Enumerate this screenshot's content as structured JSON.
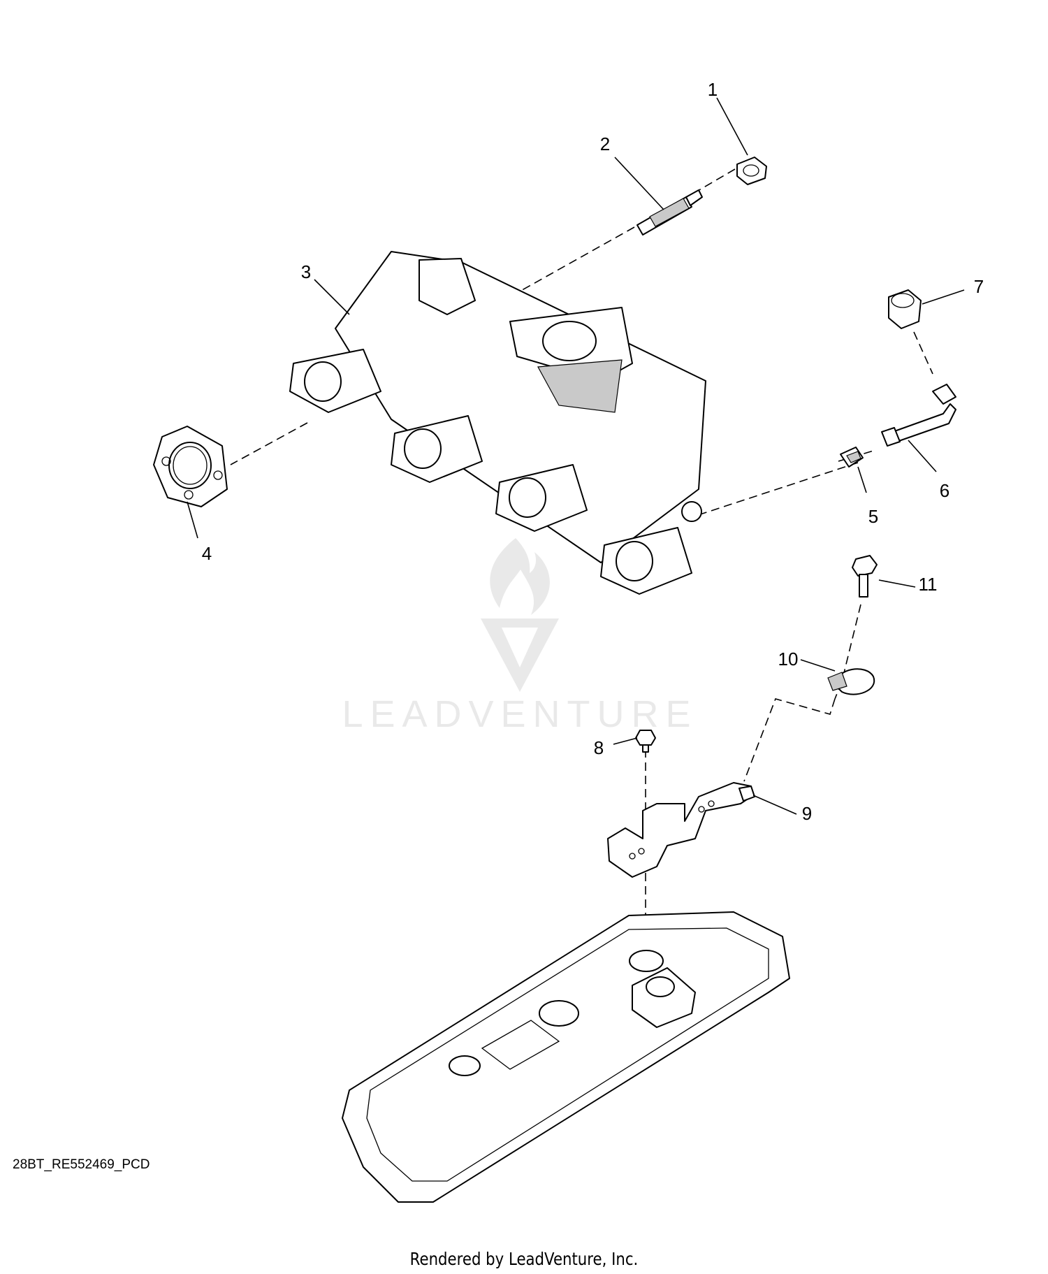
{
  "diagram": {
    "callouts": [
      "1",
      "2",
      "3",
      "4",
      "5",
      "6",
      "7",
      "8",
      "9",
      "10",
      "11"
    ],
    "diagram_id": "28BT_RE552469_PCD",
    "credit": "Rendered by LeadVenture, Inc.",
    "watermark": "LEADVENTURE"
  },
  "colors": {
    "ink": "#000000",
    "shade": "#c9c9c9",
    "watermark": "#e9e9e9"
  }
}
